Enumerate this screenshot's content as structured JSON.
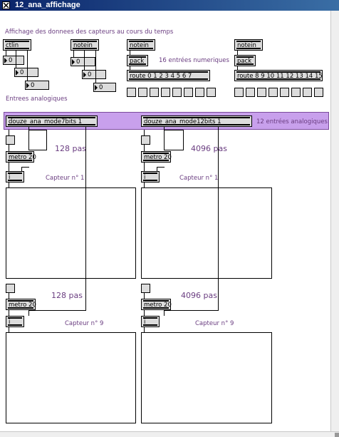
{
  "window": {
    "title": "12_ana_affichage"
  },
  "comments": {
    "header": "Affichage des donnees des capteurs au cours du temps",
    "analog_inputs": "Entrees analogiques",
    "numeric_inputs": "16 entrées numeriques",
    "analog_12": "12 entrées analogiques"
  },
  "objects": {
    "ctlin": "ctlin",
    "notein1": "notein",
    "notein2": "notein",
    "notein3": "notein",
    "pack1": "pack",
    "pack2": "pack",
    "route1": "route 0 1 2 3 4 5 6 7",
    "route2": "route 8 9 10 11 12 13 14 15",
    "mode7": "douze_ana_mode7bits 1",
    "mode12": "douze_ana_mode12bits 1",
    "metro_tl": "metro 20",
    "metro_tr": "metro 20",
    "metro_bl": "metro 20",
    "metro_br": "metro 20",
    "i_tl": "i",
    "i_tr": "i",
    "i_bl": "i",
    "i_br": "i"
  },
  "numbers": {
    "n1": "0",
    "n2": "0",
    "n3": "0",
    "n4": "0",
    "n5": "0",
    "n6": "0"
  },
  "labels": {
    "pas_tl": "128 pas",
    "pas_tr": "4096 pas",
    "pas_bl": "128 pas",
    "pas_br": "4096 pas",
    "capteur_tl": "Capteur n° 1",
    "capteur_tr": "Capteur n° 1",
    "capteur_bl": "Capteur n° 9",
    "capteur_br": "Capteur n° 9"
  }
}
